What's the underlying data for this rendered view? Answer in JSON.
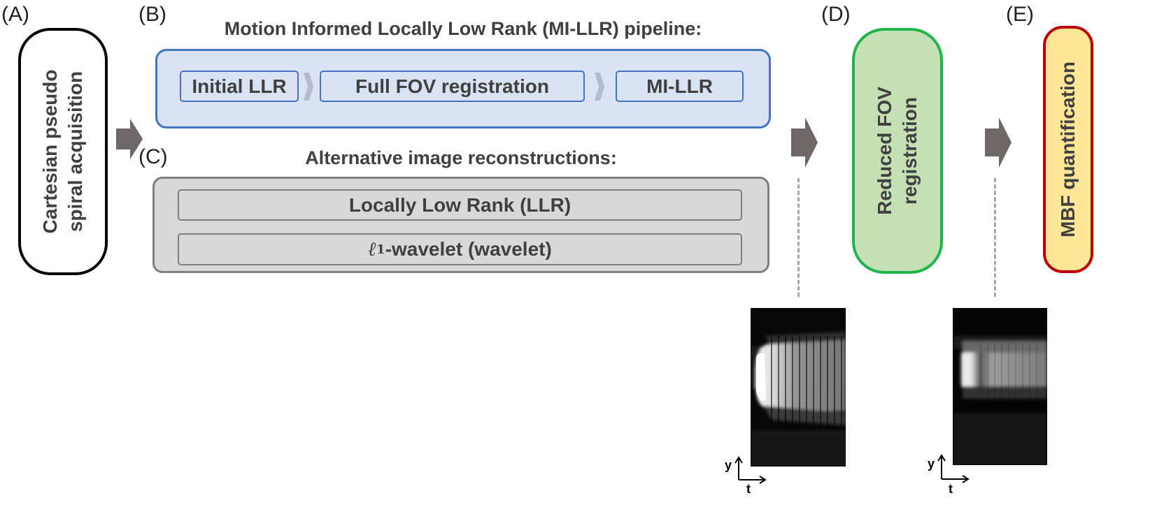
{
  "panels": {
    "A": {
      "letter": "(A)",
      "lines": [
        "Cartesian pseudo",
        "spiral acquisition"
      ]
    },
    "B": {
      "letter": "(B)",
      "title": "Motion Informed Locally Low Rank (MI-LLR) pipeline:",
      "steps": [
        "Initial LLR",
        "Full FOV registration",
        "MI-LLR"
      ]
    },
    "C": {
      "letter": "(C)",
      "title": "Alternative image reconstructions:",
      "items": [
        "Locally Low Rank (LLR)",
        "-wavelet (wavelet)"
      ],
      "l1_symbol": "ℓ",
      "l1_subscript": "1"
    },
    "D": {
      "letter": "(D)",
      "lines": [
        "Reduced FOV",
        "registration"
      ]
    },
    "E": {
      "letter": "(E)",
      "lines": [
        "MBF quantification"
      ]
    }
  },
  "axes": {
    "y_label": "y",
    "t_label": "t"
  },
  "colors": {
    "pipeline_fill": "#dae3f3",
    "pipeline_border": "#4472c4",
    "alt_fill": "#d9d9d9",
    "alt_border": "#7f7f7f",
    "registration_fill": "#c5e0b4",
    "registration_border": "#1fb54a",
    "mbf_fill": "#ffe699",
    "mbf_border": "#c00000",
    "arrow": "#6d6767"
  }
}
